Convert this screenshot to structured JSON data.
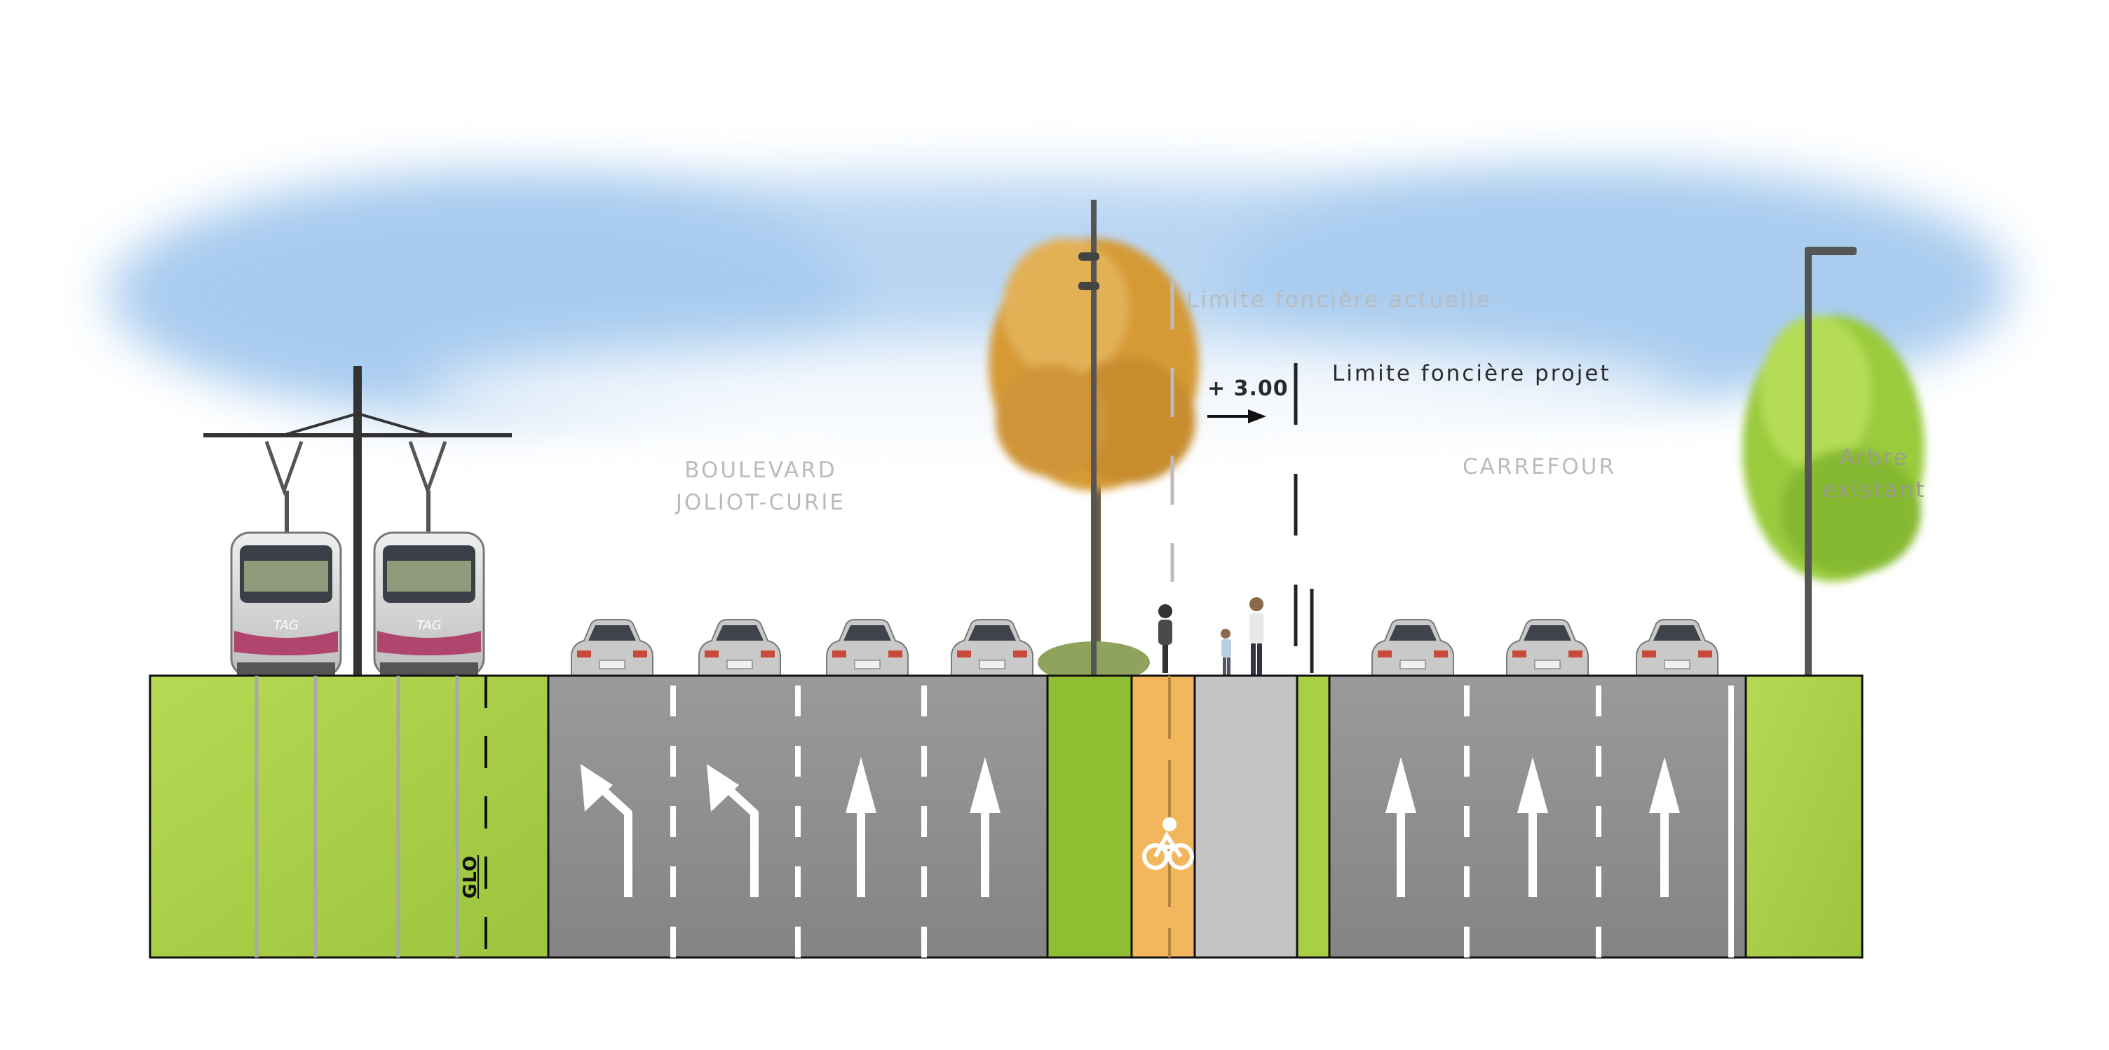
{
  "labels": {
    "boulevard_line1": "BOULEVARD",
    "boulevard_line2": "JOLIOT-CURIE",
    "carrefour": "CARREFOUR",
    "arbre_line1": "Arbre",
    "arbre_line2": "existant",
    "limite_actuelle": "Limite foncière actuelle",
    "limite_projet": "Limite foncière projet",
    "offset": "+ 3.00",
    "glo": "GLO",
    "tram_logo": "TAG"
  },
  "colors": {
    "grass": "#a9cf45",
    "asphalt": "#8c8c8c",
    "bike_lane": "#f2b65c",
    "sidewalk": "#c4c4c4",
    "sky": "#a9cdf0",
    "autumn_tree": "#d9a13d",
    "green_tree": "#9acb3e",
    "tram_body": "#d8d8d8",
    "tram_accent": "#b0466e"
  },
  "icons": [
    "left-turn-arrow-icon",
    "straight-arrow-icon",
    "bicycle-icon"
  ]
}
